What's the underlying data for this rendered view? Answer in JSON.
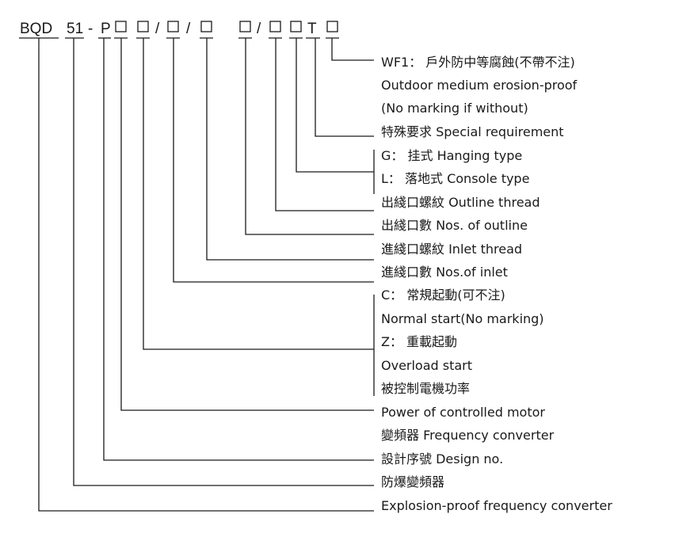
{
  "model_code": {
    "t_bqd": "BQD",
    "t_51": "51",
    "dash": "-",
    "t_p": "P",
    "slash": "/",
    "t_t": "T"
  },
  "labels": [
    "WF1： 戶外防中等腐蝕(不帶不注)",
    "Outdoor medium erosion-proof",
    "(No marking if without)",
    "特殊要求 Special requirement",
    "G： 挂式 Hanging type",
    "L： 落地式 Console type",
    "出綫口螺紋 Outline thread",
    "出綫口數 Nos. of outline",
    "進綫口螺紋 Inlet thread",
    "進綫口數 Nos.of inlet",
    "C： 常規起動(可不注)",
    "Normal start(No marking)",
    "Z： 重載起動",
    "Overload start",
    "被控制電機功率",
    "Power of controlled motor",
    "變頻器 Frequency converter",
    "設計序號 Design no.",
    "防爆變頻器",
    "Explosion-proof frequency converter"
  ]
}
